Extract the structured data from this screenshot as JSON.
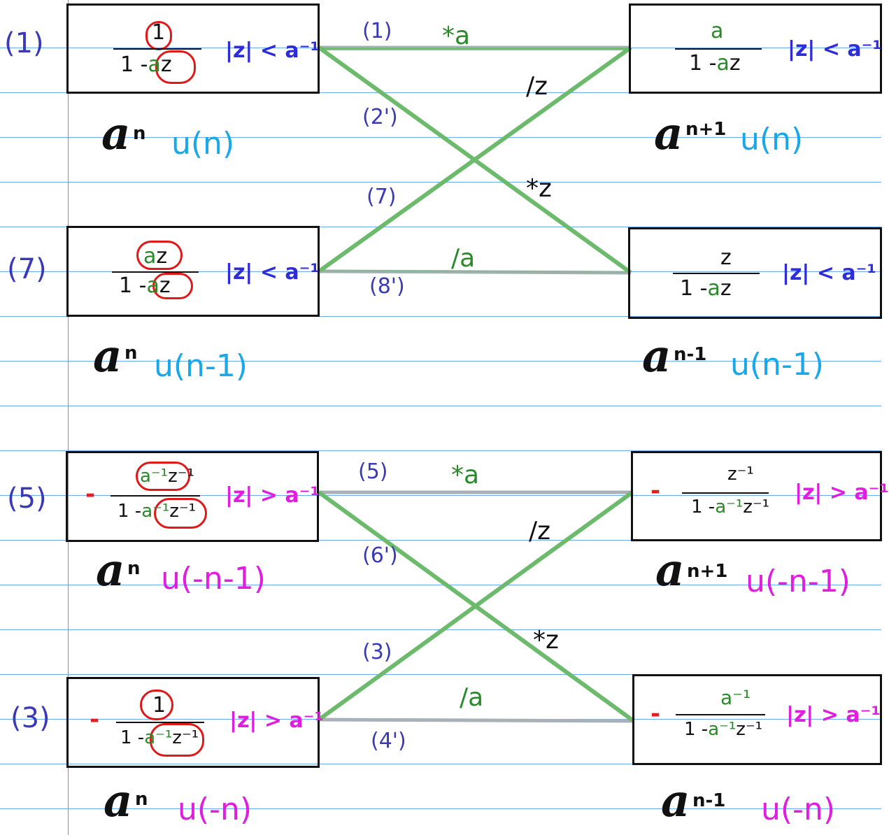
{
  "equation_labels": {
    "eq1": "(1)",
    "eq7": "(7)",
    "eq5": "(5)",
    "eq3": "(3)"
  },
  "edges": {
    "top": {
      "l1": "(1)",
      "l2p": "(2')",
      "l7": "(7)",
      "l8p": "(8')"
    },
    "bottom": {
      "l5": "(5)",
      "l6p": "(6')",
      "l3": "(3)",
      "l4p": "(4')"
    }
  },
  "operations": {
    "mul_a": "*a",
    "div_z": "/z",
    "mul_z": "*z",
    "div_a": "/a"
  },
  "boxes": {
    "b1": {
      "num": "1",
      "den_pre": "1 -",
      "den_a": "a",
      "den_z": "z",
      "roc": "|z| < a⁻¹"
    },
    "b2": {
      "num": "a",
      "den_pre": "1 -",
      "den_a": "a",
      "den_z": "z",
      "roc": "|z| < a⁻¹"
    },
    "b3": {
      "num_a": "a",
      "num_z": "z",
      "den_pre": "1 -",
      "den_a": "a",
      "den_z": "z",
      "roc": "|z| < a⁻¹"
    },
    "b4": {
      "num": "z",
      "den_pre": "1 -",
      "den_a": "a",
      "den_z": "z",
      "roc": "|z| < a⁻¹"
    },
    "b5": {
      "sign": "-",
      "num_a": "a⁻¹",
      "num_z": "z⁻¹",
      "den_pre": "1 -",
      "den_a": "a⁻¹",
      "den_z": "z⁻¹",
      "roc": "|z| > a⁻¹"
    },
    "b6": {
      "sign": "-",
      "num": "z⁻¹",
      "den_pre": "1 -",
      "den_a": "a⁻¹",
      "den_z": "z⁻¹",
      "roc": "|z| > a⁻¹"
    },
    "b7": {
      "sign": "-",
      "num": "1",
      "den_pre": "1 -",
      "den_a": "a⁻¹",
      "den_z": "z⁻¹",
      "roc": "|z| > a⁻¹"
    },
    "b8": {
      "sign": "-",
      "num": "a⁻¹",
      "den_pre": "1 -",
      "den_a": "a⁻¹",
      "den_z": "z⁻¹",
      "roc": "|z| > a⁻¹"
    }
  },
  "sequences": {
    "s1": {
      "base": "a",
      "exp": "n",
      "step": "u(n)"
    },
    "s2": {
      "base": "a",
      "exp": "n+1",
      "step": "u(n)"
    },
    "s3": {
      "base": "a",
      "exp": "n",
      "step": "u(n-1)"
    },
    "s4": {
      "base": "a",
      "exp": "n-1",
      "step": "u(n-1)"
    },
    "s5": {
      "base": "a",
      "exp": "n",
      "step": "u(-n-1)"
    },
    "s6": {
      "base": "a",
      "exp": "n+1",
      "step": "u(-n-1)"
    },
    "s7": {
      "base": "a",
      "exp": "n",
      "step": "u(-n)"
    },
    "s8": {
      "base": "a",
      "exp": "n-1",
      "step": "u(-n)"
    }
  },
  "colors": {
    "rule": "#6aaaf0",
    "margin": "#e060c8",
    "edge_green": "#6cba6c",
    "edge_gray": "#a8b0b8",
    "label_blue": "#3a3ab8",
    "cyan": "#1aa8e8",
    "magenta": "#e01ee0",
    "red": "#e01818",
    "green": "#2a8a2a"
  }
}
